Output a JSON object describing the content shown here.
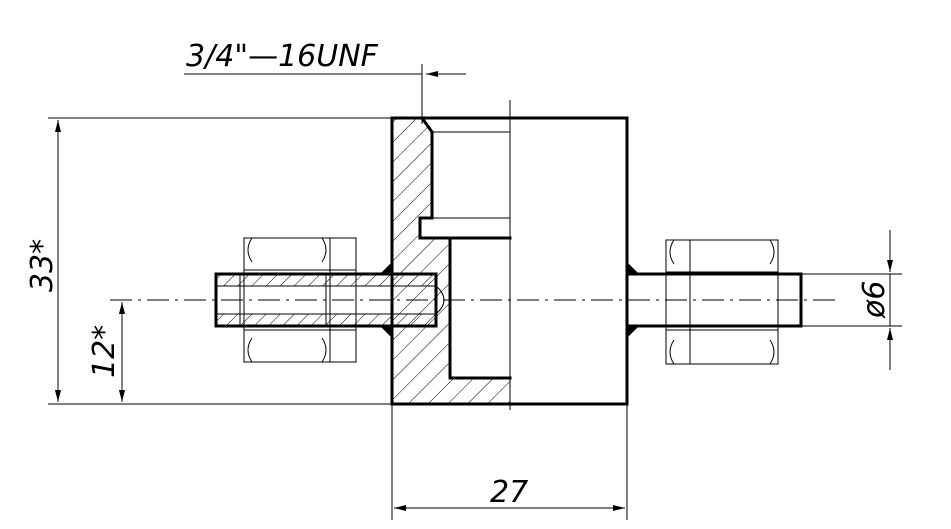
{
  "drawing": {
    "thread_callout": "3/4\"—16UNF",
    "dim_height": "33*",
    "dim_axis_height": "12*",
    "dim_width": "27",
    "dim_diameter": "ø6"
  }
}
